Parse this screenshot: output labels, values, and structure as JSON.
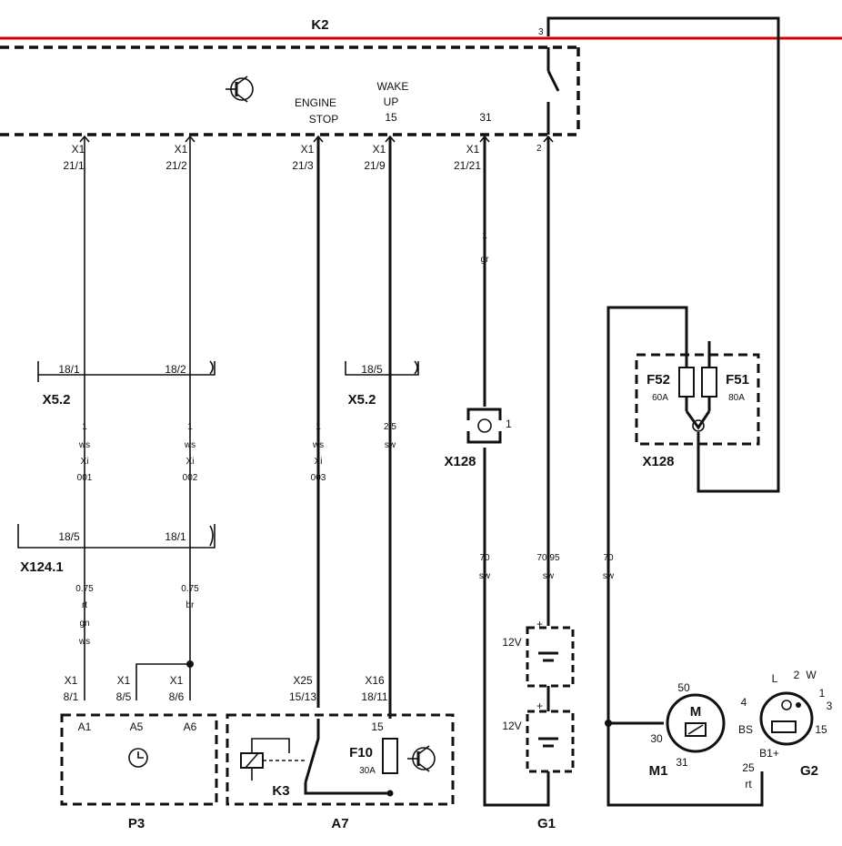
{
  "top_line_color": "#d40000",
  "components": {
    "k2": "K2",
    "p3": "P3",
    "a7": "A7",
    "g1": "G1",
    "m1": "M1",
    "g2": "G2",
    "k3": "K3",
    "x5_2_left": "X5.2",
    "x5_2_right": "X5.2",
    "x124_1": "X124.1",
    "x128_left": "X128",
    "x128_right": "X128"
  },
  "k2_labels": {
    "engine": "ENGINE",
    "stop": "STOP",
    "wake": "WAKE",
    "up": "UP",
    "wake_pin": "15",
    "ground_pin": "31",
    "sw_top": "3",
    "sw_bottom": "2"
  },
  "k2_pins": [
    {
      "conn": "X1",
      "pin": "21/1"
    },
    {
      "conn": "X1",
      "pin": "21/2"
    },
    {
      "conn": "X1",
      "pin": "21/3"
    },
    {
      "conn": "X1",
      "pin": "21/9"
    },
    {
      "conn": "X1",
      "pin": "21/21"
    }
  ],
  "x5_2_pins": [
    "18/1",
    "18/2",
    "18/5"
  ],
  "x124_pins": [
    "18/5",
    "18/1"
  ],
  "wires": {
    "w1": {
      "size": "1",
      "color": "ws",
      "type": "Xi",
      "num": "001"
    },
    "w2": {
      "size": "1",
      "color": "ws",
      "type": "Xi",
      "num": "002"
    },
    "w3": {
      "size": "1",
      "color": "ws",
      "type": "Xi",
      "num": "003"
    },
    "w4": {
      "size": "2.5",
      "color": "sw"
    },
    "w5": {
      "size": "1",
      "color": "gr"
    },
    "w6": {
      "size": "70",
      "color": "sw"
    },
    "w7": {
      "size": "70/95",
      "color": "sw"
    },
    "w8": {
      "size": "70",
      "color": "sw"
    },
    "p3a": {
      "size": "0.75",
      "c1": "rt",
      "c2": "gn",
      "c3": "ws"
    },
    "p3b": {
      "size": "0.75",
      "color": "br"
    }
  },
  "p3_pins": [
    {
      "conn": "X1",
      "pin": "8/1",
      "term": "A1"
    },
    {
      "conn": "X1",
      "pin": "8/5",
      "term": "A5"
    },
    {
      "conn": "X1",
      "pin": "8/6",
      "term": "A6"
    }
  ],
  "a7_pins": [
    {
      "conn": "X25",
      "pin": "15/13"
    },
    {
      "conn": "X16",
      "pin": "18/11",
      "term": "15"
    }
  ],
  "fuses": {
    "f10": {
      "name": "F10",
      "rating": "30A"
    },
    "f52": {
      "name": "F52",
      "rating": "60A"
    },
    "f51": {
      "name": "F51",
      "rating": "80A"
    }
  },
  "x128_left_pin": "1",
  "battery": {
    "v1": "12V",
    "v2": "12V",
    "plus": "+",
    "minus": "−"
  },
  "m1": {
    "t50": "50",
    "t30": "30",
    "t31": "31",
    "symbol": "M"
  },
  "g2": {
    "l": "L",
    "w_num": "2",
    "w": "W",
    "t1": "1",
    "t3": "3",
    "t4": "4",
    "bs": "BS",
    "t15": "15",
    "b1": "B1+",
    "wire_num": "25",
    "wire_color": "rt"
  }
}
